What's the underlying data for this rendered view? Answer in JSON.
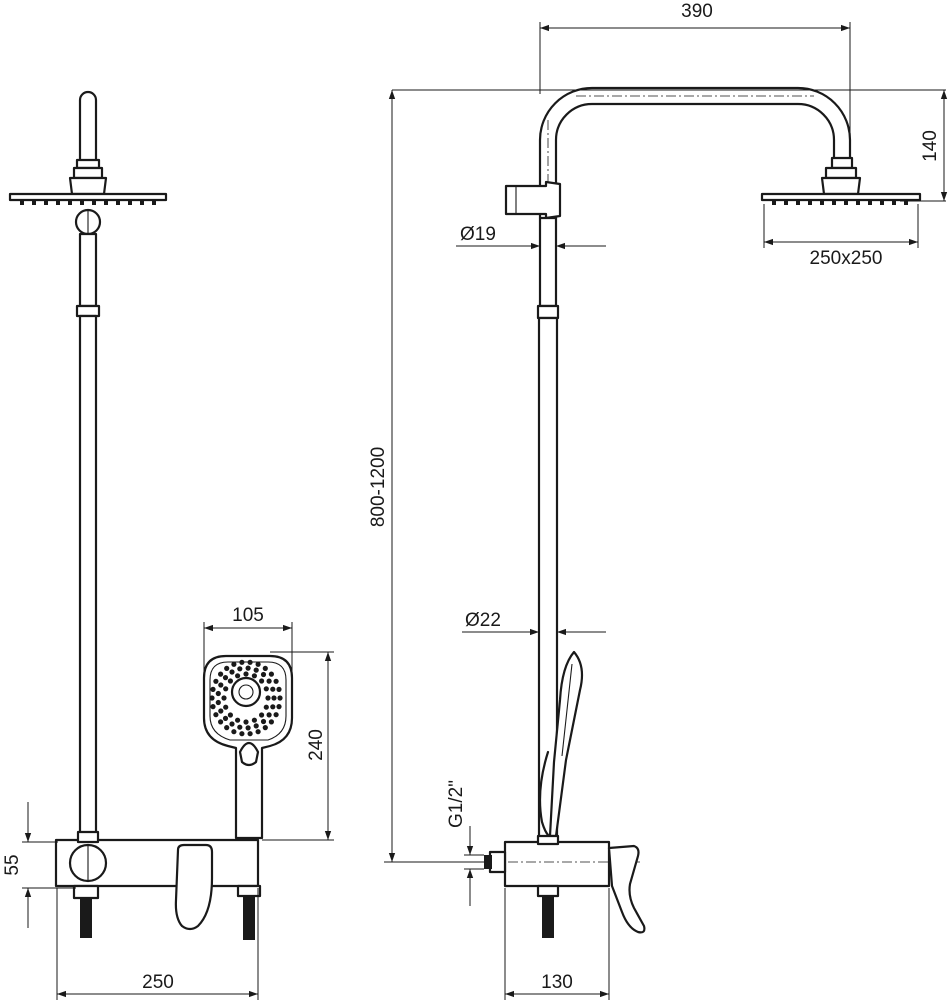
{
  "dimensions": {
    "arm_reach": "390",
    "arm_drop": "140",
    "rail_diameter": "Ø19",
    "head_size": "250x250",
    "height_range": "800-1200",
    "pipe_diameter": "Ø22",
    "thread": "G1/2\"",
    "handshower_width": "105",
    "handshower_length": "240",
    "mixer_height": "55",
    "mixer_width": "250",
    "mixer_depth": "130"
  },
  "colors": {
    "line": "#1a1a1a",
    "background": "#ffffff"
  }
}
